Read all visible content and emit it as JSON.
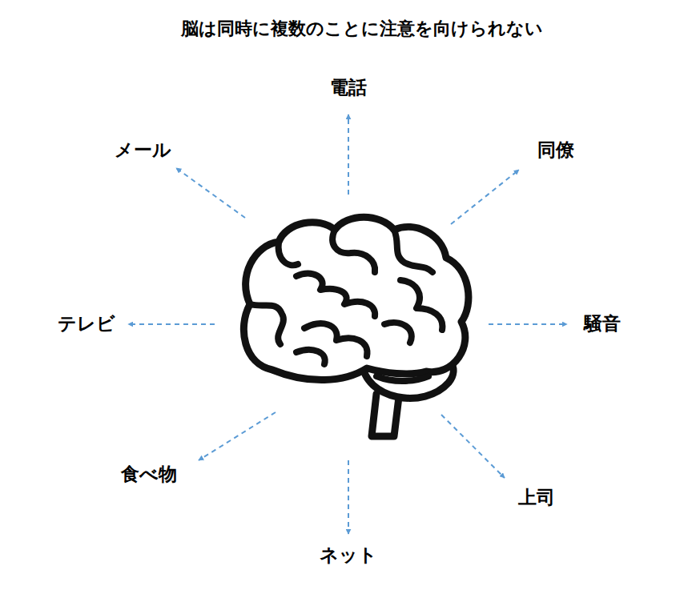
{
  "diagram": {
    "title": "脳は同時に複数のことに注意を向けられない",
    "labels": [
      "電話",
      "同僚",
      "騒音",
      "上司",
      "ネット",
      "食べ物",
      "テレビ",
      "メール"
    ]
  }
}
